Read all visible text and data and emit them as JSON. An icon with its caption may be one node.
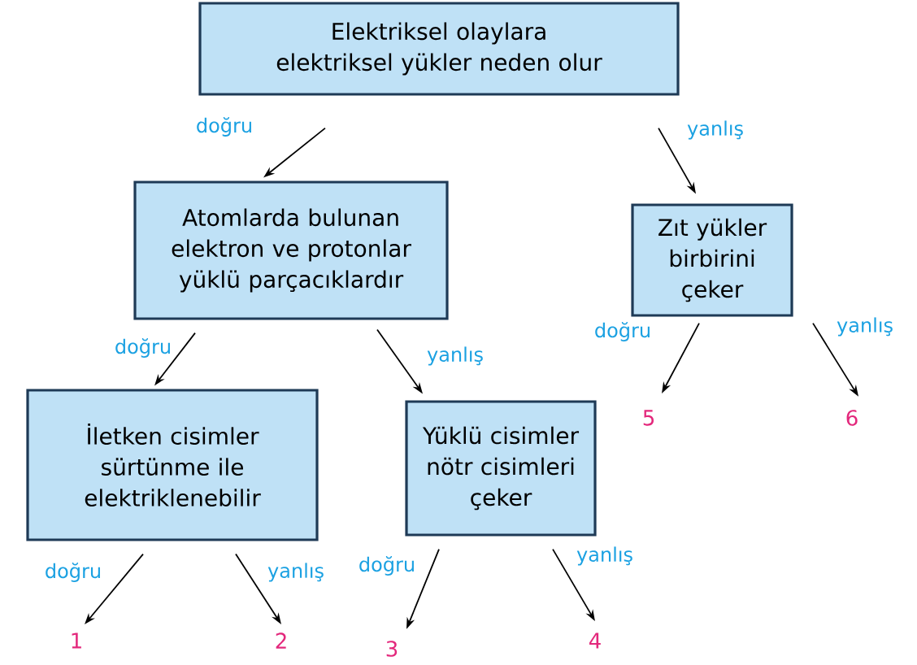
{
  "diagram": {
    "nodes": [
      {
        "text": [
          "Elektriksel olaylara elektriksel yükler neden olur"
        ]
      },
      {
        "text": [
          "Atomlarda bulunan elektron ve protonlar yüklü parçacıklardır"
        ]
      },
      {
        "text": [
          "Zıt yükler birbirini çeker"
        ]
      },
      {
        "text": [
          "İletken cisimler sürtünme ile elektriklenebilir"
        ]
      },
      {
        "text": [
          "Yüklü cisimler nötr cisimleri çeker"
        ]
      },
      {
        "text": [
          "1"
        ]
      },
      {
        "text": [
          "2"
        ]
      },
      {
        "text": [
          "3"
        ]
      },
      {
        "text": [
          "4"
        ]
      },
      {
        "text": [
          "5"
        ]
      },
      {
        "text": [
          "6"
        ]
      }
    ],
    "edges": [
      {
        "from": 0,
        "to": 1,
        "arrow": "to",
        "label": "doğru"
      },
      {
        "from": 0,
        "to": 2,
        "arrow": "to",
        "label": "yanlış"
      },
      {
        "from": 1,
        "to": 3,
        "arrow": "to",
        "label": "doğru"
      },
      {
        "from": 1,
        "to": 4,
        "arrow": "to",
        "label": "yanlış"
      },
      {
        "from": 2,
        "to": 9,
        "arrow": "to",
        "label": "doğru"
      },
      {
        "from": 2,
        "to": 10,
        "arrow": "to",
        "label": "yanlış"
      },
      {
        "from": 3,
        "to": 5,
        "arrow": "to",
        "label": "doğru"
      },
      {
        "from": 3,
        "to": 6,
        "arrow": "to",
        "label": "yanlış"
      },
      {
        "from": 4,
        "to": 7,
        "arrow": "to",
        "label": "doğru"
      },
      {
        "from": 4,
        "to": 8,
        "arrow": "to",
        "label": "yanlış"
      }
    ]
  }
}
